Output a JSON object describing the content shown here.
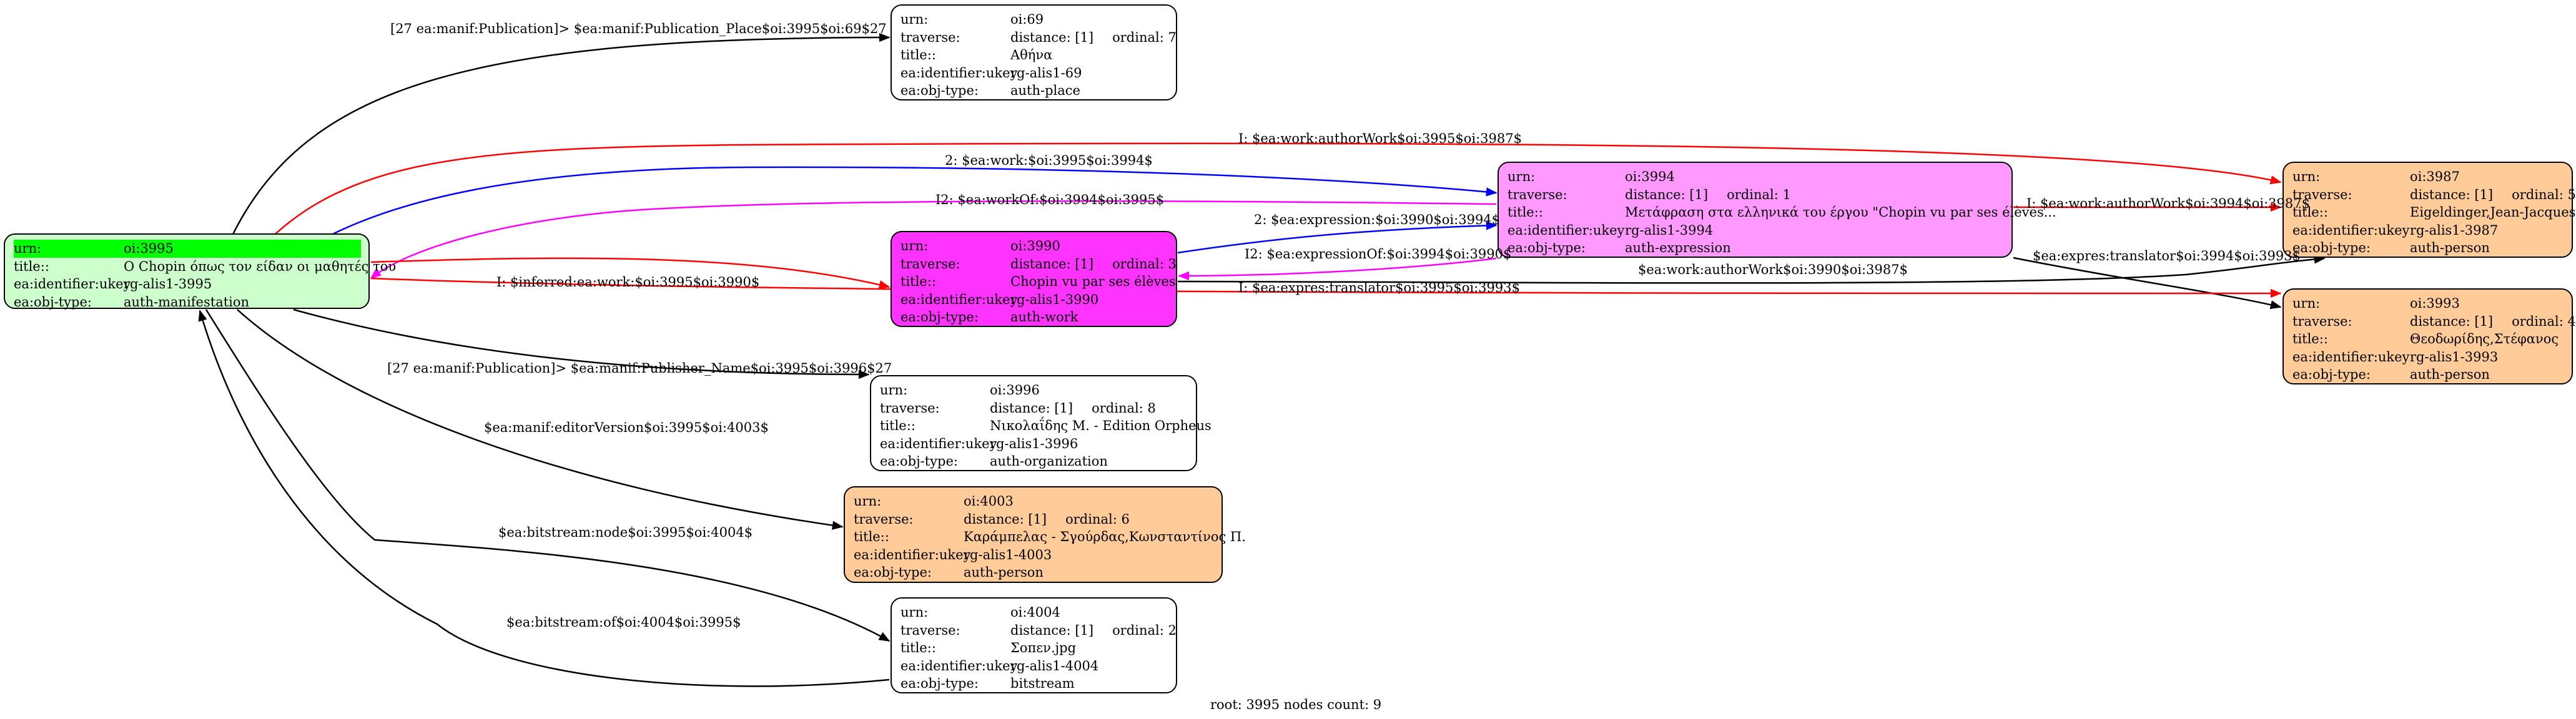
{
  "nodes": {
    "n3995": {
      "urn_key": "urn:",
      "urn_val": "oi:3995",
      "title_key": "title::",
      "title_val": "Ο Chopin όπως τον είδαν οι μαθητές του",
      "ukey_key": "ea:identifier:ukey",
      "ukey_val": "rg-alis1-3995",
      "type_key": "ea:obj-type:",
      "type_val": "auth-manifestation",
      "fill": "#ccffcc",
      "highlight": "#00ff00"
    },
    "n69": {
      "urn_key": "urn:",
      "urn_val": "oi:69",
      "traverse_key": "traverse:",
      "distance": "distance: [1]",
      "ordinal": "ordinal: 7",
      "title_key": "title::",
      "title_val": "Αθήνα",
      "ukey_key": "ea:identifier:ukey",
      "ukey_val": "rg-alis1-69",
      "type_key": "ea:obj-type:",
      "type_val": "auth-place",
      "fill": "#ffffff"
    },
    "n3994": {
      "urn_key": "urn:",
      "urn_val": "oi:3994",
      "traverse_key": "traverse:",
      "distance": "distance: [1]",
      "ordinal": "ordinal: 1",
      "title_key": "title::",
      "title_val": "Μετάφραση στα ελληνικά του έργου \"Chopin vu par ses élèves...",
      "ukey_key": "ea:identifier:ukey",
      "ukey_val": "rg-alis1-3994",
      "type_key": "ea:obj-type:",
      "type_val": "auth-expression",
      "fill": "#ff99ff"
    },
    "n3987": {
      "urn_key": "urn:",
      "urn_val": "oi:3987",
      "traverse_key": "traverse:",
      "distance": "distance: [1]",
      "ordinal": "ordinal: 5",
      "title_key": "title::",
      "title_val": "Eigeldinger,Jean-Jacques",
      "ukey_key": "ea:identifier:ukey",
      "ukey_val": "rg-alis1-3987",
      "type_key": "ea:obj-type:",
      "type_val": "auth-person",
      "fill": "#ffcc99"
    },
    "n3990": {
      "urn_key": "urn:",
      "urn_val": "oi:3990",
      "traverse_key": "traverse:",
      "distance": "distance: [1]",
      "ordinal": "ordinal: 3",
      "title_key": "title::",
      "title_val": "Chopin vu par ses élèves",
      "ukey_key": "ea:identifier:ukey",
      "ukey_val": "rg-alis1-3990",
      "type_key": "ea:obj-type:",
      "type_val": "auth-work",
      "fill": "#ff33ff"
    },
    "n3993": {
      "urn_key": "urn:",
      "urn_val": "oi:3993",
      "traverse_key": "traverse:",
      "distance": "distance: [1]",
      "ordinal": "ordinal: 4",
      "title_key": "title::",
      "title_val": "Θεοδωρίδης,Στέφανος",
      "ukey_key": "ea:identifier:ukey",
      "ukey_val": "rg-alis1-3993",
      "type_key": "ea:obj-type:",
      "type_val": "auth-person",
      "fill": "#ffcc99"
    },
    "n3996": {
      "urn_key": "urn:",
      "urn_val": "oi:3996",
      "traverse_key": "traverse:",
      "distance": "distance: [1]",
      "ordinal": "ordinal: 8",
      "title_key": "title::",
      "title_val": "Νικολαΐδης Μ. - Edition Orpheus",
      "ukey_key": "ea:identifier:ukey",
      "ukey_val": "rg-alis1-3996",
      "type_key": "ea:obj-type:",
      "type_val": "auth-organization",
      "fill": "#ffffff"
    },
    "n4003": {
      "urn_key": "urn:",
      "urn_val": "oi:4003",
      "traverse_key": "traverse:",
      "distance": "distance: [1]",
      "ordinal": "ordinal: 6",
      "title_key": "title::",
      "title_val": "Καράμπελας - Σγούρδας,Κωνσταντίνος Π.",
      "ukey_key": "ea:identifier:ukey",
      "ukey_val": "rg-alis1-4003",
      "type_key": "ea:obj-type:",
      "type_val": "auth-person",
      "fill": "#ffcc99"
    },
    "n4004": {
      "urn_key": "urn:",
      "urn_val": "oi:4004",
      "traverse_key": "traverse:",
      "distance": "distance: [1]",
      "ordinal": "ordinal: 2",
      "title_key": "title::",
      "title_val": "Σοπεν.jpg",
      "ukey_key": "ea:identifier:ukey",
      "ukey_val": "rg-alis1-4004",
      "type_key": "ea:obj-type:",
      "type_val": "bitstream",
      "fill": "#ffffff"
    }
  },
  "edges": {
    "e_place": {
      "label": "[27 ea:manif:Publication]> $ea:manif:Publication_Place$oi:3995$oi:69$27",
      "color": "#000000"
    },
    "e_authorwork": {
      "label": "I: $ea:work:authorWork$oi:3995$oi:3987$",
      "color": "#ff0000"
    },
    "e_work": {
      "label": "2: $ea:work:$oi:3995$oi:3994$",
      "color": "#0000ff"
    },
    "e_workof": {
      "label": "I2: $ea:workOf:$oi:3994$oi:3995$",
      "color": "#ff00ff"
    },
    "e_expression": {
      "label": "2: $ea:expression:$oi:3990$oi:3994$",
      "color": "#0000ff"
    },
    "e_expressionof": {
      "label": "I2: $ea:expressionOf:$oi:3994$oi:3990$",
      "color": "#ff00ff"
    },
    "e_authorwork2": {
      "label": "I: $ea:work:authorWork$oi:3994$oi:3987$",
      "color": "#ff0000"
    },
    "e_translator1": {
      "label": "$ea:expres:translator$oi:3994$oi:3993$",
      "color": "#000000"
    },
    "e_authorwork3": {
      "label": "$ea:work:authorWork$oi:3990$oi:3987$",
      "color": "#000000"
    },
    "e_inferred": {
      "label": "I: $inferred:ea:work:$oi:3995$oi:3990$",
      "color": "#ff0000"
    },
    "e_translator2": {
      "label": "I: $ea:expres:translator$oi:3995$oi:3993$",
      "color": "#ff0000"
    },
    "e_publisher": {
      "label": "[27 ea:manif:Publication]> $ea:manif:Publisher_Name$oi:3995$oi:3996$27",
      "color": "#000000"
    },
    "e_editor": {
      "label": "$ea:manif:editorVersion$oi:3995$oi:4003$",
      "color": "#000000"
    },
    "e_bitnode": {
      "label": "$ea:bitstream:node$oi:3995$oi:4004$",
      "color": "#000000"
    },
    "e_bitof": {
      "label": "$ea:bitstream:of$oi:4004$oi:3995$",
      "color": "#000000"
    }
  },
  "footer": "root: 3995 nodes count: 9"
}
